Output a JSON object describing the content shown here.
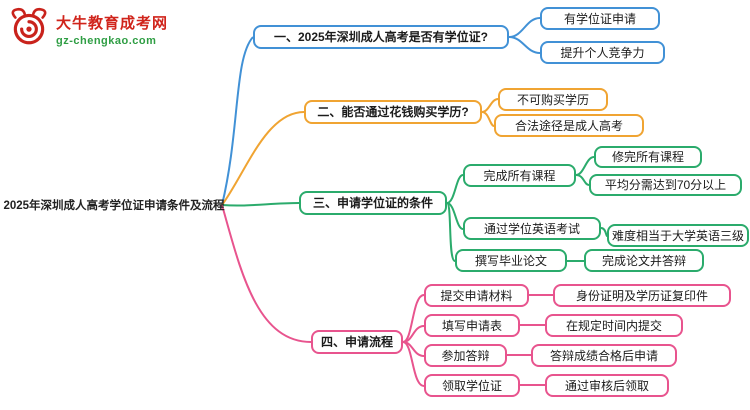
{
  "logo": {
    "site_name": "大牛教育成考网",
    "site_url": "gz-chengkao.com",
    "brand_red": "#d0241b",
    "brand_green": "#2f9e44",
    "icon": "bull-logo-icon"
  },
  "root": {
    "label": "2025年深圳成人高考学位证申请条件及流程"
  },
  "branch_colors": {
    "blue": "#4191d6",
    "orange": "#f0a432",
    "green": "#2bab6c",
    "pink": "#e8548e"
  },
  "branches": [
    {
      "label": "一、2025年深圳成人高考是否有学位证?",
      "color": "#4191d6",
      "children": [
        {
          "label": "有学位证申请"
        },
        {
          "label": "提升个人竞争力"
        }
      ]
    },
    {
      "label": "二、能否通过花钱购买学历?",
      "color": "#f0a432",
      "children": [
        {
          "label": "不可购买学历"
        },
        {
          "label": "合法途径是成人高考"
        }
      ]
    },
    {
      "label": "三、申请学位证的条件",
      "color": "#2bab6c",
      "children": [
        {
          "label": "完成所有课程",
          "children": [
            {
              "label": "修完所有课程"
            },
            {
              "label": "平均分需达到70分以上"
            }
          ]
        },
        {
          "label": "通过学位英语考试",
          "children": [
            {
              "label": "难度相当于大学英语三级"
            }
          ]
        },
        {
          "label": "撰写毕业论文",
          "children": [
            {
              "label": "完成论文并答辩"
            }
          ]
        }
      ]
    },
    {
      "label": "四、申请流程",
      "color": "#e8548e",
      "children": [
        {
          "label": "提交申请材料",
          "children": [
            {
              "label": "身份证明及学历证复印件"
            }
          ]
        },
        {
          "label": "填写申请表",
          "children": [
            {
              "label": "在规定时间内提交"
            }
          ]
        },
        {
          "label": "参加答辩",
          "children": [
            {
              "label": "答辩成绩合格后申请"
            }
          ]
        },
        {
          "label": "领取学位证",
          "children": [
            {
              "label": "通过审核后领取"
            }
          ]
        }
      ]
    }
  ]
}
